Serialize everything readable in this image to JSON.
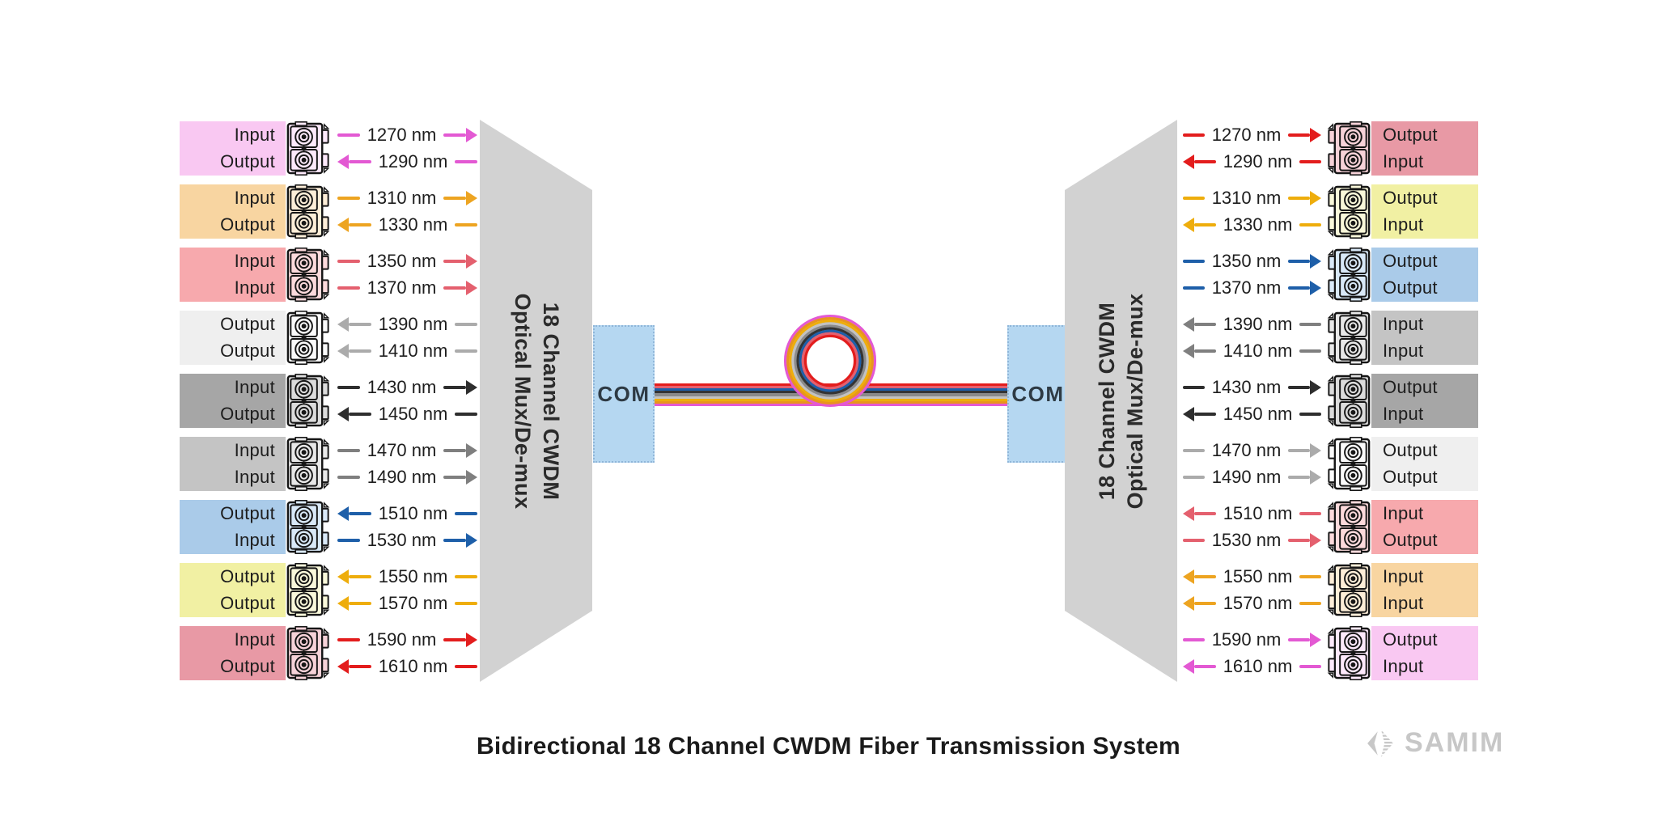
{
  "title": "Bidirectional 18 Channel CWDM Fiber Transmission System",
  "brand": "SAMIM",
  "colors": {
    "background": "#ffffff",
    "mux_fill": "#d2d2d2",
    "mux_text": "#2b2b2b",
    "com_fill": "#b5d7f1",
    "com_border": "#8fb6d9",
    "com_text": "#2e3a44",
    "title_color": "#1b1b1b",
    "brand_color": "#c7c7c7",
    "label_color": "#1f1f1f"
  },
  "mux_left": {
    "line1": "18 Channel CWDM",
    "line2": "Optical Mux/De-mux",
    "com_label": "COM"
  },
  "mux_right": {
    "line1": "18 Channel CWDM",
    "line2": "Optical Mux/De-mux",
    "com_label": "COM"
  },
  "fiber": {
    "stripes": [
      "#e31d1d",
      "#e4606e",
      "#1e5fa9",
      "#343434",
      "#8a8a8a",
      "#c2c2c2",
      "#eead0c",
      "#e8941f",
      "#e359d3"
    ]
  },
  "left_device": {
    "channels": [
      {
        "block": "#f9c8f2",
        "tint": "#fde9fb",
        "arrow": "#e359d3",
        "ports": [
          {
            "label": "Input",
            "wavelength": "1270 nm",
            "direction": "to_mux"
          },
          {
            "label": "Output",
            "wavelength": "1290 nm",
            "direction": "from_mux"
          }
        ]
      },
      {
        "block": "#f8d5a1",
        "tint": "#fdeed8",
        "arrow": "#eda421",
        "ports": [
          {
            "label": "Input",
            "wavelength": "1310 nm",
            "direction": "to_mux"
          },
          {
            "label": "Output",
            "wavelength": "1330 nm",
            "direction": "from_mux"
          }
        ]
      },
      {
        "block": "#f7a9ad",
        "tint": "#fcdadc",
        "arrow": "#e4606e",
        "ports": [
          {
            "label": "Input",
            "wavelength": "1350 nm",
            "direction": "to_mux"
          },
          {
            "label": "Input",
            "wavelength": "1370 nm",
            "direction": "to_mux"
          }
        ]
      },
      {
        "block": "#efefef",
        "tint": "#fafafa",
        "arrow": "#ababab",
        "ports": [
          {
            "label": "Output",
            "wavelength": "1390 nm",
            "direction": "from_mux"
          },
          {
            "label": "Output",
            "wavelength": "1410 nm",
            "direction": "from_mux"
          }
        ]
      },
      {
        "block": "#a6a6a6",
        "tint": "#dcdcdc",
        "arrow": "#2e2e2e",
        "ports": [
          {
            "label": "Input",
            "wavelength": "1430 nm",
            "direction": "to_mux"
          },
          {
            "label": "Output",
            "wavelength": "1450 nm",
            "direction": "from_mux"
          }
        ]
      },
      {
        "block": "#c4c4c4",
        "tint": "#e8e8e8",
        "arrow": "#7f7f7f",
        "ports": [
          {
            "label": "Input",
            "wavelength": "1470 nm",
            "direction": "to_mux"
          },
          {
            "label": "Input",
            "wavelength": "1490 nm",
            "direction": "to_mux"
          }
        ]
      },
      {
        "block": "#aacbe9",
        "tint": "#d9e9f8",
        "arrow": "#1e5fa9",
        "ports": [
          {
            "label": "Output",
            "wavelength": "1510 nm",
            "direction": "from_mux"
          },
          {
            "label": "Input",
            "wavelength": "1530 nm",
            "direction": "to_mux"
          }
        ]
      },
      {
        "block": "#f1f0a3",
        "tint": "#f9f8da",
        "arrow": "#eead0c",
        "ports": [
          {
            "label": "Output",
            "wavelength": "1550 nm",
            "direction": "from_mux"
          },
          {
            "label": "Output",
            "wavelength": "1570 nm",
            "direction": "from_mux"
          }
        ]
      },
      {
        "block": "#e899a5",
        "tint": "#f6d2d8",
        "arrow": "#e31d1d",
        "ports": [
          {
            "label": "Input",
            "wavelength": "1590 nm",
            "direction": "to_mux"
          },
          {
            "label": "Output",
            "wavelength": "1610 nm",
            "direction": "from_mux"
          }
        ]
      }
    ]
  },
  "right_device": {
    "channels": [
      {
        "block": "#e899a5",
        "tint": "#f6d2d8",
        "arrow": "#e31d1d",
        "ports": [
          {
            "label": "Output",
            "wavelength": "1270 nm",
            "direction": "from_mux"
          },
          {
            "label": "Input",
            "wavelength": "1290 nm",
            "direction": "to_mux"
          }
        ]
      },
      {
        "block": "#f1f0a3",
        "tint": "#f9f8da",
        "arrow": "#eead0c",
        "ports": [
          {
            "label": "Output",
            "wavelength": "1310 nm",
            "direction": "from_mux"
          },
          {
            "label": "Input",
            "wavelength": "1330 nm",
            "direction": "to_mux"
          }
        ]
      },
      {
        "block": "#aacbe9",
        "tint": "#d9e9f8",
        "arrow": "#1e5fa9",
        "ports": [
          {
            "label": "Output",
            "wavelength": "1350 nm",
            "direction": "from_mux"
          },
          {
            "label": "Output",
            "wavelength": "1370 nm",
            "direction": "from_mux"
          }
        ]
      },
      {
        "block": "#c4c4c4",
        "tint": "#e8e8e8",
        "arrow": "#7f7f7f",
        "ports": [
          {
            "label": "Input",
            "wavelength": "1390 nm",
            "direction": "to_mux"
          },
          {
            "label": "Input",
            "wavelength": "1410 nm",
            "direction": "to_mux"
          }
        ]
      },
      {
        "block": "#a6a6a6",
        "tint": "#dcdcdc",
        "arrow": "#2e2e2e",
        "ports": [
          {
            "label": "Output",
            "wavelength": "1430 nm",
            "direction": "from_mux"
          },
          {
            "label": "Input",
            "wavelength": "1450 nm",
            "direction": "to_mux"
          }
        ]
      },
      {
        "block": "#efefef",
        "tint": "#fafafa",
        "arrow": "#ababab",
        "ports": [
          {
            "label": "Output",
            "wavelength": "1470 nm",
            "direction": "from_mux"
          },
          {
            "label": "Output",
            "wavelength": "1490 nm",
            "direction": "from_mux"
          }
        ]
      },
      {
        "block": "#f7a9ad",
        "tint": "#fcdadc",
        "arrow": "#e4606e",
        "ports": [
          {
            "label": "Input",
            "wavelength": "1510 nm",
            "direction": "to_mux"
          },
          {
            "label": "Output",
            "wavelength": "1530 nm",
            "direction": "from_mux"
          }
        ]
      },
      {
        "block": "#f8d5a1",
        "tint": "#fdeed8",
        "arrow": "#eda421",
        "ports": [
          {
            "label": "Input",
            "wavelength": "1550 nm",
            "direction": "to_mux"
          },
          {
            "label": "Input",
            "wavelength": "1570 nm",
            "direction": "to_mux"
          }
        ]
      },
      {
        "block": "#f9c8f2",
        "tint": "#fde9fb",
        "arrow": "#e359d3",
        "ports": [
          {
            "label": "Output",
            "wavelength": "1590 nm",
            "direction": "from_mux"
          },
          {
            "label": "Input",
            "wavelength": "1610 nm",
            "direction": "to_mux"
          }
        ]
      }
    ]
  }
}
